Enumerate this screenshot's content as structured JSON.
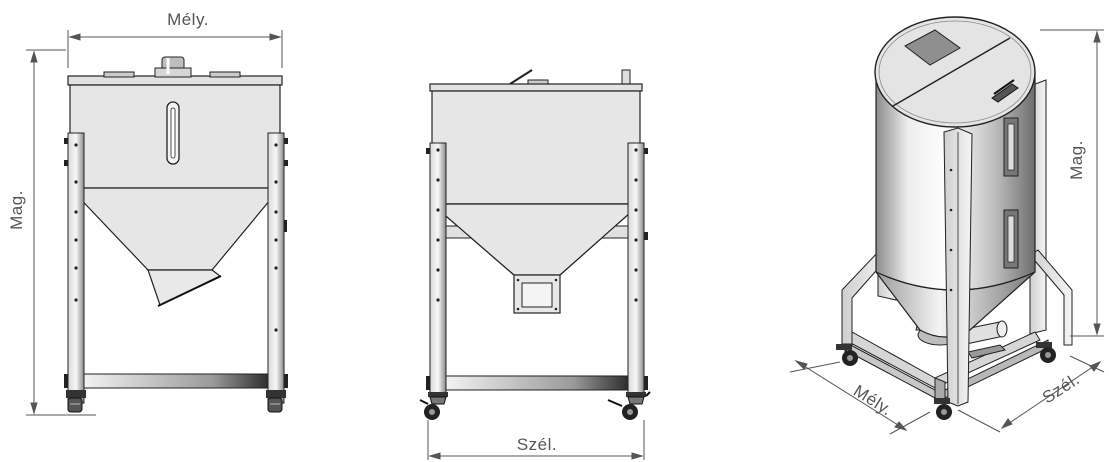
{
  "views": {
    "side": {
      "label_top": "Mély.",
      "label_left": "Mag."
    },
    "front": {
      "label_bottom": "Szél."
    },
    "iso": {
      "label_right": "Mag.",
      "label_depth": "Mély.",
      "label_width": "Szél."
    }
  }
}
